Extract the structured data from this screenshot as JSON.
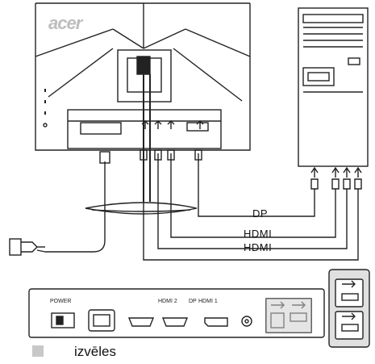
{
  "monitor": {
    "brand_logo": "acer"
  },
  "cables": [
    {
      "label": "DP"
    },
    {
      "label": "HDMI"
    },
    {
      "label": "HDMI"
    }
  ],
  "port_panel": {
    "labels": {
      "power": "POWER",
      "hdmi_2": "HDMI 2",
      "dp": "DP",
      "hdmi_1": "HDMI 1"
    }
  },
  "legend": {
    "optional_label": "izvēles",
    "swatch_color": "#c8c8c8"
  }
}
